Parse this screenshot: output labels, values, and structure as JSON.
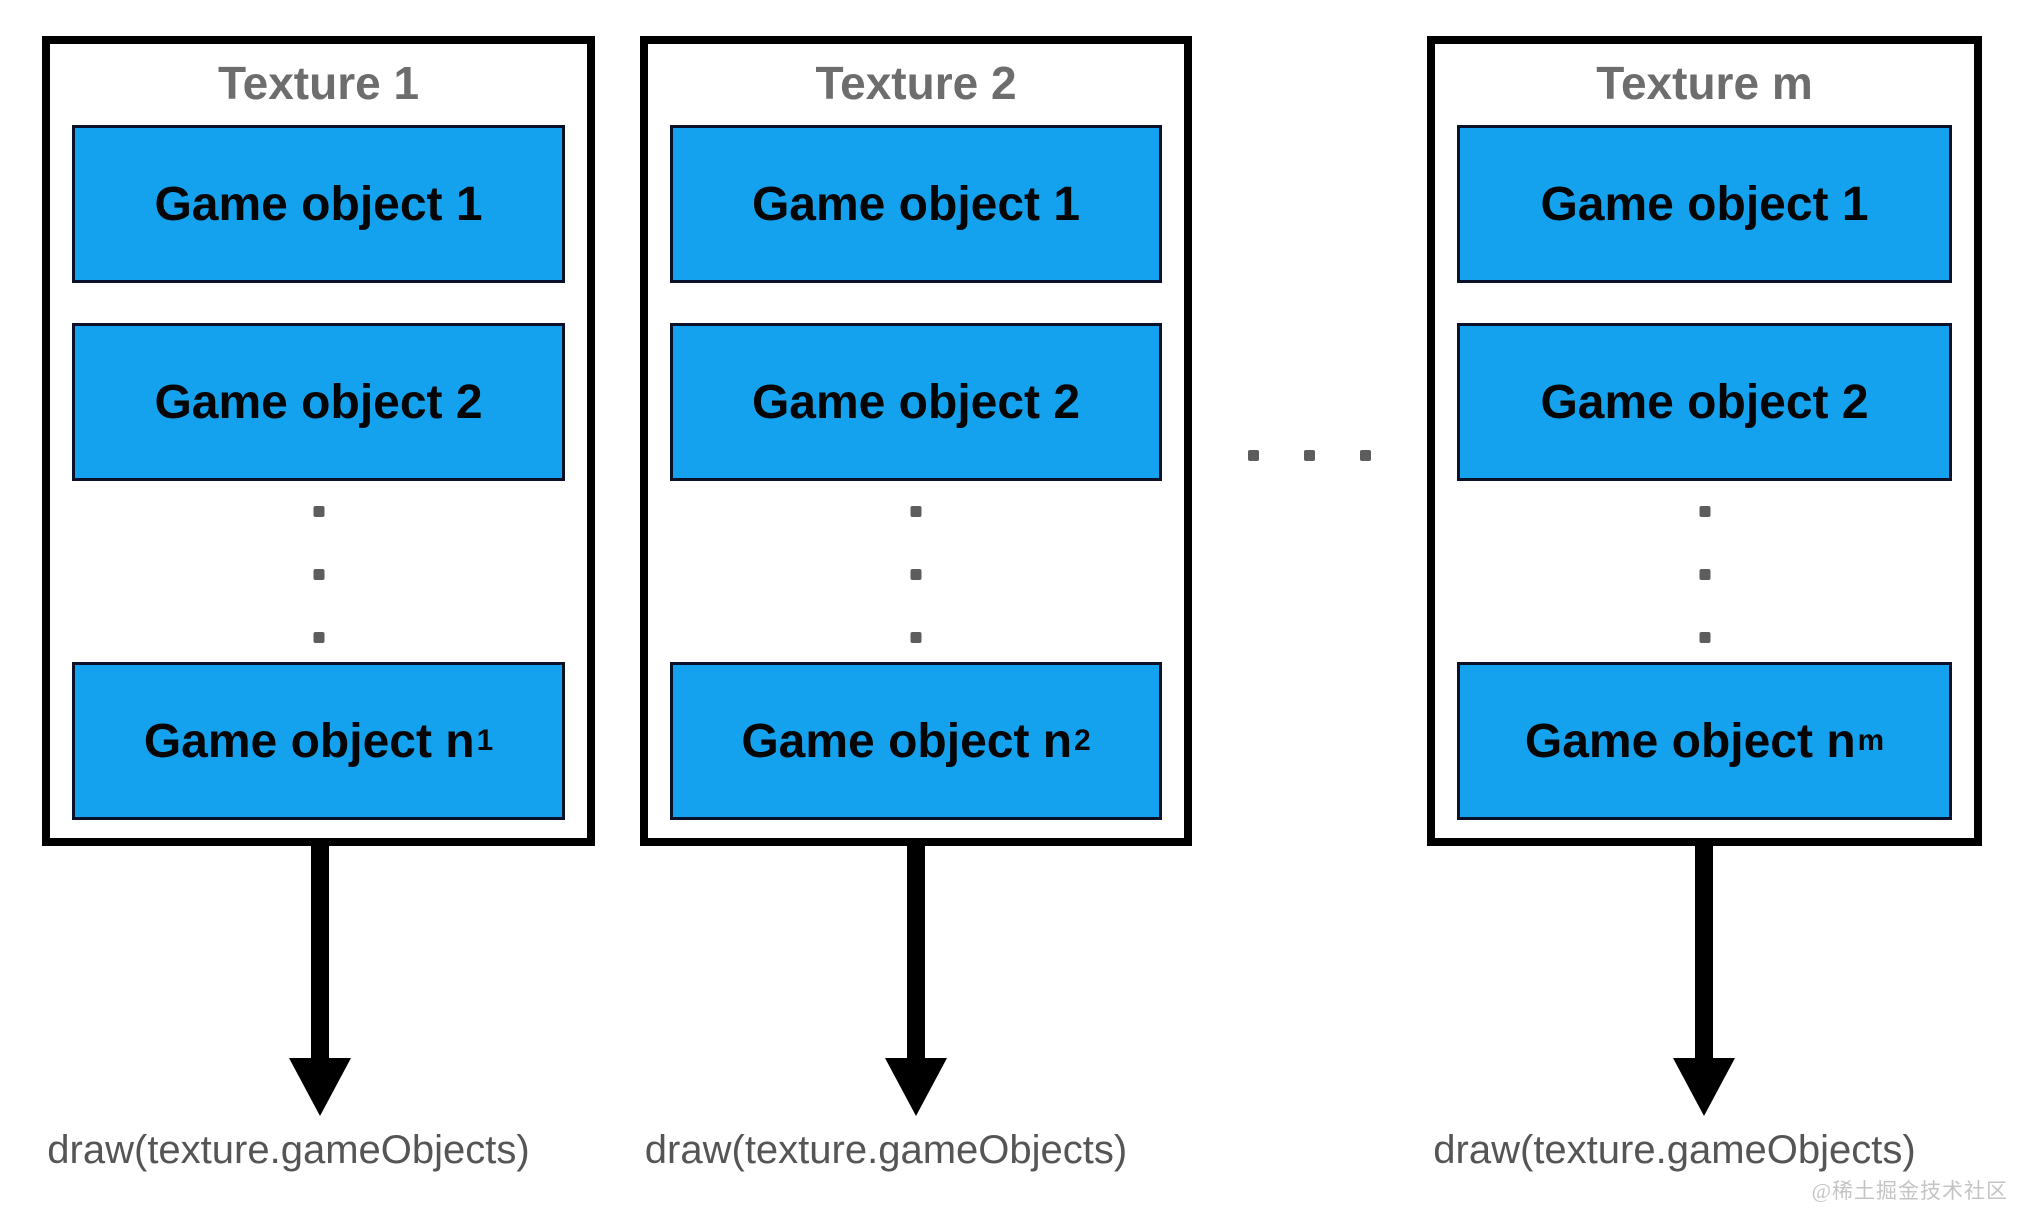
{
  "diagram": {
    "textures": [
      {
        "title": "Texture 1",
        "object1": "Game object 1",
        "object2": "Game object 2",
        "objectN_base": "Game object n",
        "objectN_sub": "1",
        "draw_label": "draw(texture.gameObjects)"
      },
      {
        "title": "Texture 2",
        "object1": "Game object 1",
        "object2": "Game object 2",
        "objectN_base": "Game object n",
        "objectN_sub": "2",
        "draw_label": "draw(texture.gameObjects)"
      },
      {
        "title": "Texture m",
        "object1": "Game object 1",
        "object2": "Game object 2",
        "objectN_base": "Game object n",
        "objectN_sub": "m",
        "draw_label": "draw(texture.gameObjects)"
      }
    ],
    "horizontal_ellipsis": "· · ·",
    "vertical_ellipsis": "⋮",
    "watermark": "@稀土掘金技术社区",
    "colors": {
      "object_fill": "#14a2ee",
      "object_border": "#0a1128",
      "frame_border": "#000000",
      "title_text": "#6d6d6d",
      "object_text": "#050505",
      "draw_label_text": "#555555",
      "ellipsis_dot": "#5d5d5d",
      "watermark_text": "#c4c4c4"
    }
  }
}
